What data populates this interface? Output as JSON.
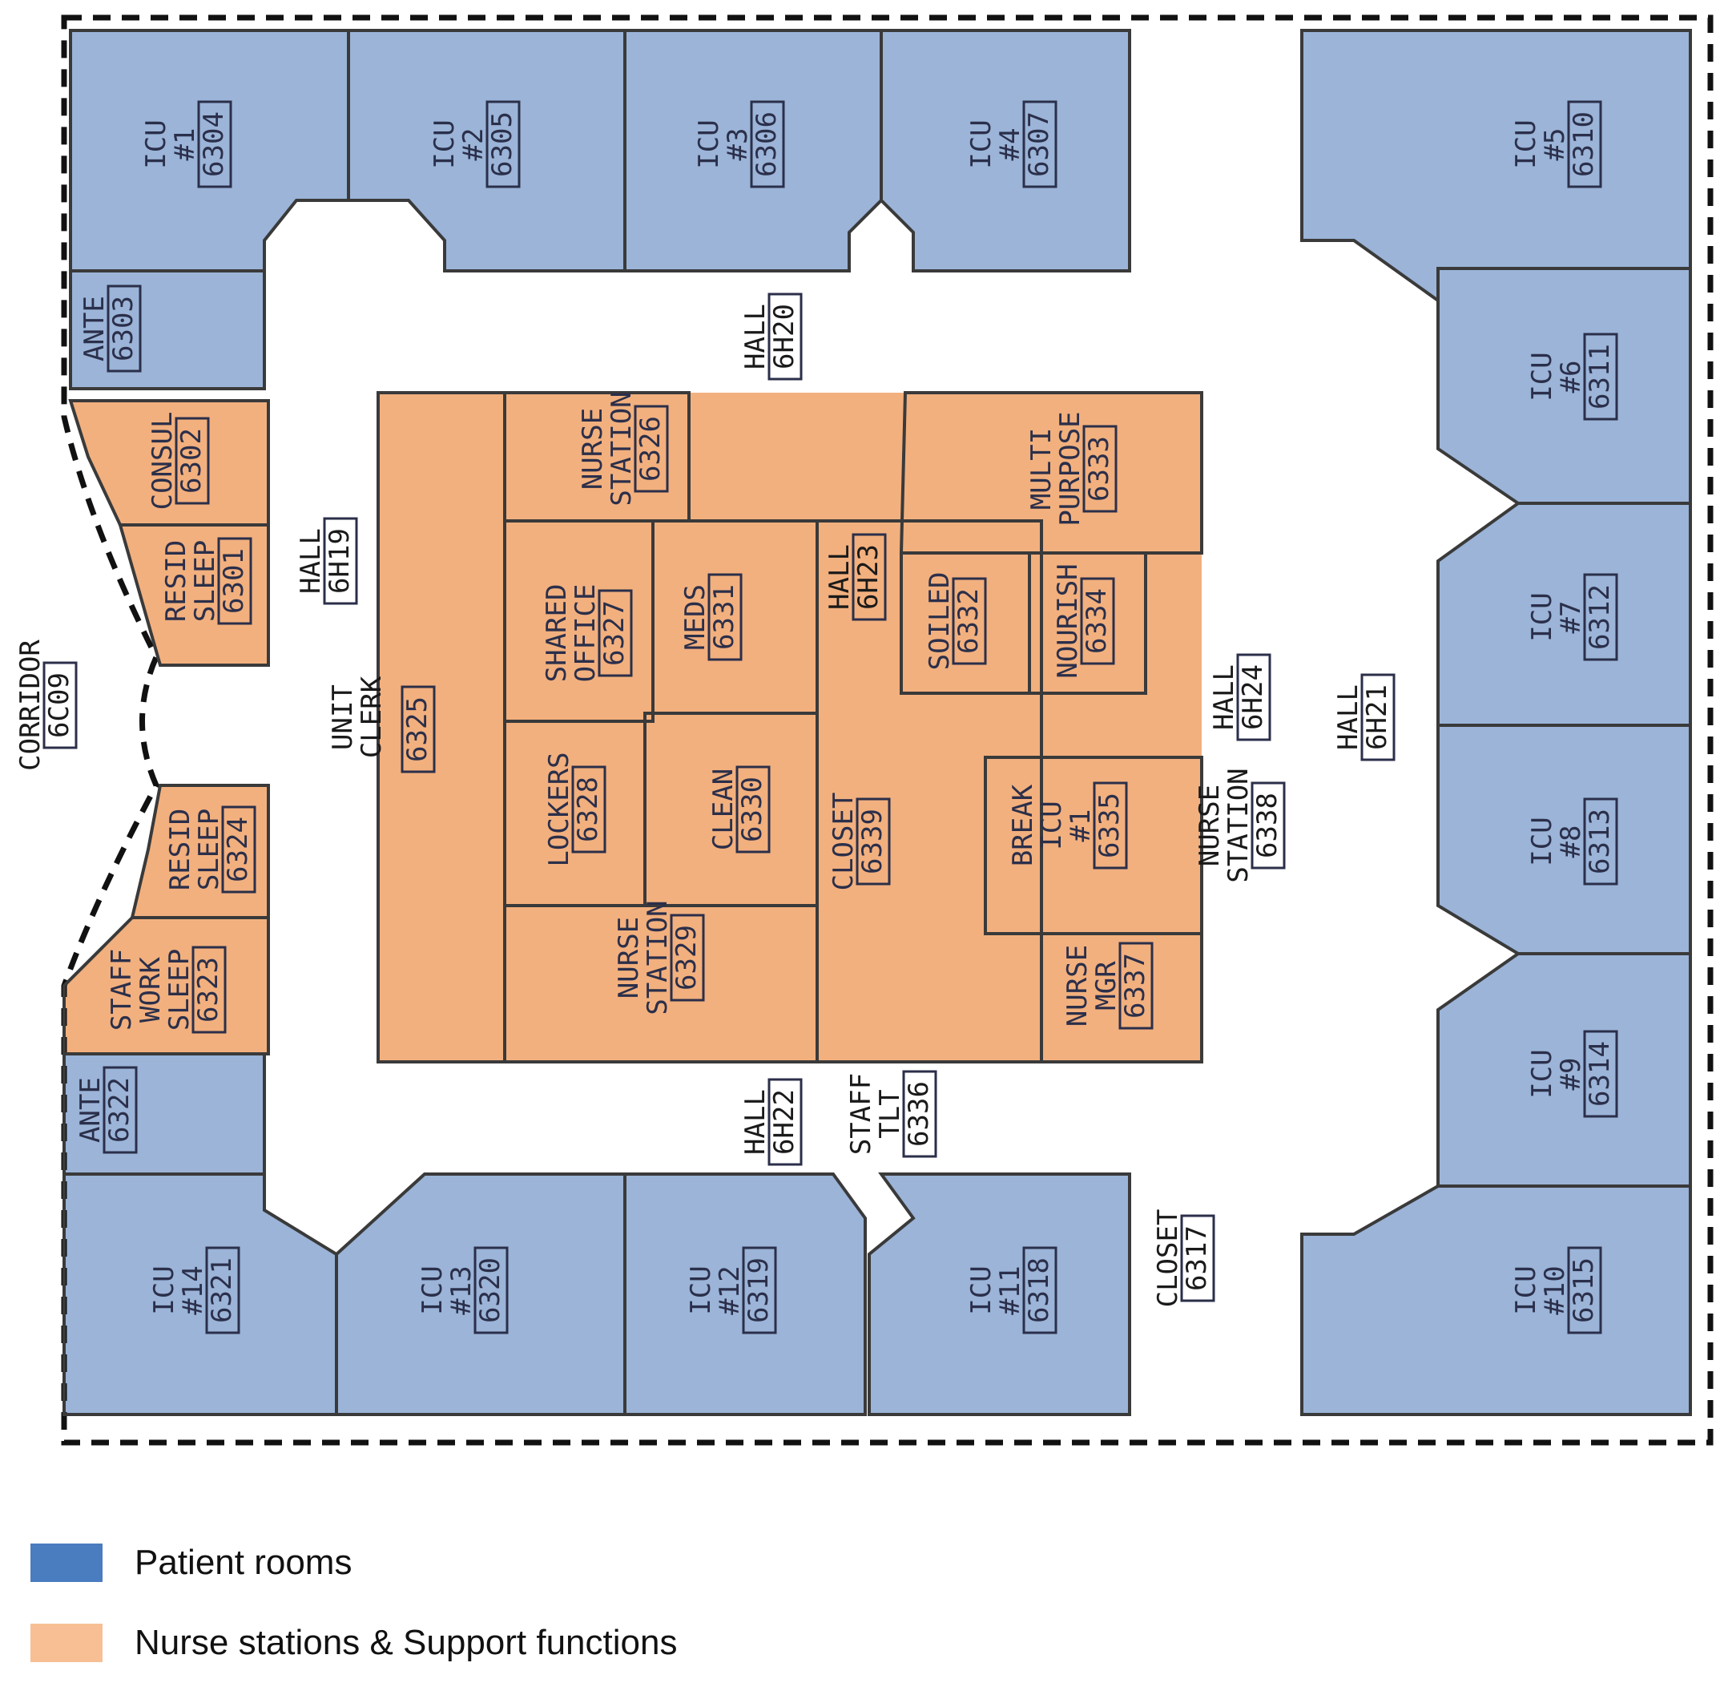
{
  "colors": {
    "patient": "#9bb4d8",
    "support": "#f2b07e",
    "legend_patient": "#4a7cc0",
    "legend_support": "#f7bf93",
    "wall": "#3a3a3a",
    "text": "#2b2f4a"
  },
  "rooms": [
    {
      "id": "icu1",
      "name": "ICU #1",
      "num": "6304",
      "type": "patient"
    },
    {
      "id": "icu2",
      "name": "ICU #2",
      "num": "6305",
      "type": "patient"
    },
    {
      "id": "icu3",
      "name": "ICU #3",
      "num": "6306",
      "type": "patient"
    },
    {
      "id": "icu4",
      "name": "ICU #4",
      "num": "6307",
      "type": "patient"
    },
    {
      "id": "icu5",
      "name": "ICU #5",
      "num": "6310",
      "type": "patient"
    },
    {
      "id": "icu6",
      "name": "ICU #6",
      "num": "6311",
      "type": "patient"
    },
    {
      "id": "icu7",
      "name": "ICU #7",
      "num": "6312",
      "type": "patient"
    },
    {
      "id": "icu8",
      "name": "ICU #8",
      "num": "6313",
      "type": "patient"
    },
    {
      "id": "icu9",
      "name": "ICU #9",
      "num": "6314",
      "type": "patient"
    },
    {
      "id": "icu10",
      "name": "ICU #10",
      "num": "6315",
      "type": "patient"
    },
    {
      "id": "icu11",
      "name": "ICU #11",
      "num": "6318",
      "type": "patient"
    },
    {
      "id": "icu12",
      "name": "ICU #12",
      "num": "6319",
      "type": "patient"
    },
    {
      "id": "icu13",
      "name": "ICU #13",
      "num": "6320",
      "type": "patient"
    },
    {
      "id": "icu14",
      "name": "ICU #14",
      "num": "6321",
      "type": "patient"
    },
    {
      "id": "ante-top",
      "name": "ANTE",
      "num": "6303",
      "type": "patient"
    },
    {
      "id": "ante-bottom",
      "name": "ANTE",
      "num": "6322",
      "type": "patient"
    },
    {
      "id": "consult",
      "name": "CONSUL",
      "num": "6302",
      "type": "support"
    },
    {
      "id": "resid-sleep-1",
      "name": "RESID SLEEP",
      "num": "6301",
      "type": "support"
    },
    {
      "id": "resid-sleep-2",
      "name": "RESID SLEEP",
      "num": "6324",
      "type": "support"
    },
    {
      "id": "staff-work-sleep",
      "name": "STAFF WORK SLEEP",
      "num": "6323",
      "type": "support"
    },
    {
      "id": "unit-clerk",
      "name": "",
      "num": "6325",
      "type": "support"
    },
    {
      "id": "nurse-station-6326",
      "name": "NURSE STATION",
      "num": "6326",
      "type": "support"
    },
    {
      "id": "shared-office",
      "name": "SHARED OFFICE",
      "num": "6327",
      "type": "support"
    },
    {
      "id": "lockers",
      "name": "LOCKERS",
      "num": "6328",
      "type": "support"
    },
    {
      "id": "nurse-station-6329",
      "name": "NURSE STATION",
      "num": "6329",
      "type": "support"
    },
    {
      "id": "meds",
      "name": "MEDS",
      "num": "6331",
      "type": "support"
    },
    {
      "id": "clean",
      "name": "CLEAN",
      "num": "6330",
      "type": "support"
    },
    {
      "id": "closet-6339",
      "name": "CLOSET",
      "num": "6339",
      "type": "support"
    },
    {
      "id": "soiled",
      "name": "SOILED",
      "num": "6332",
      "type": "support"
    },
    {
      "id": "nourish",
      "name": "NOURISH",
      "num": "6334",
      "type": "support"
    },
    {
      "id": "multi-purpose",
      "name": "MULTI PURPOSE",
      "num": "6333",
      "type": "support"
    },
    {
      "id": "break-icu",
      "name": "BREAK ICU #1",
      "num": "6335",
      "type": "support"
    },
    {
      "id": "nurse-mgr",
      "name": "NURSE MGR",
      "num": "6337",
      "type": "support"
    }
  ],
  "labels": [
    {
      "id": "corridor",
      "name": "CORRIDOR",
      "num": "6C09"
    },
    {
      "id": "hall-6h19",
      "name": "HALL",
      "num": "6H19"
    },
    {
      "id": "hall-6h20",
      "name": "HALL",
      "num": "6H20"
    },
    {
      "id": "hall-6h21",
      "name": "HALL",
      "num": "6H21"
    },
    {
      "id": "hall-6h22",
      "name": "HALL",
      "num": "6H22"
    },
    {
      "id": "hall-6h23",
      "name": "HALL",
      "num": "6H23"
    },
    {
      "id": "hall-6h24",
      "name": "HALL",
      "num": "6H24"
    },
    {
      "id": "unit-clerk-label",
      "name": "UNIT CLERK",
      "num": ""
    },
    {
      "id": "nurse-station-6338",
      "name": "NURSE STATION",
      "num": "6338"
    },
    {
      "id": "staff-tlt",
      "name": "STAFF TLT",
      "num": "6336"
    },
    {
      "id": "closet-6317",
      "name": "CLOSET",
      "num": "6317"
    }
  ],
  "legend": [
    {
      "label": "Patient rooms",
      "type": "patient"
    },
    {
      "label": "Nurse stations & Support functions",
      "type": "support"
    }
  ]
}
